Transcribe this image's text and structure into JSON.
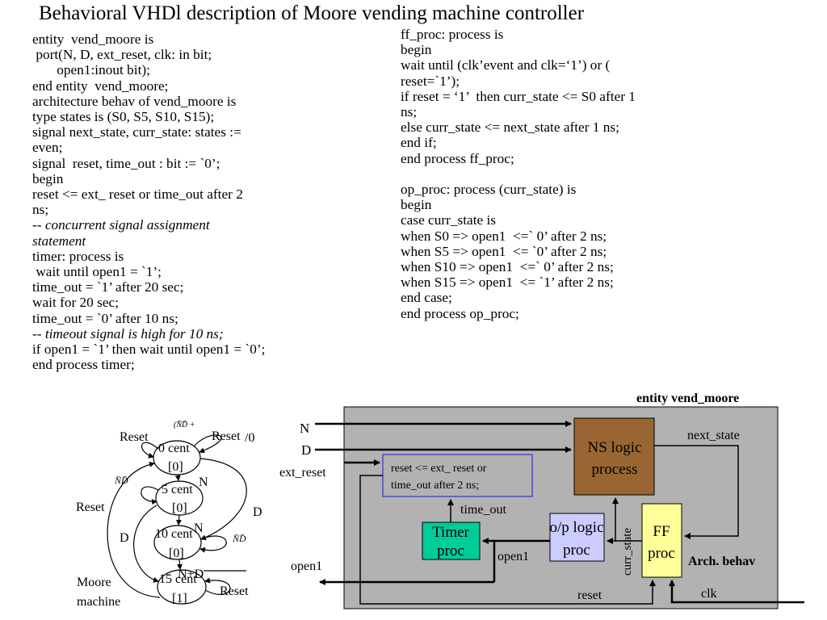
{
  "title": "Behavioral VHDl description of Moore vending machine controller",
  "code_left": [
    {
      "text": "entity  vend_moore is",
      "italic": false
    },
    {
      "text": " port(N, D, ext_reset, clk: in bit;",
      "italic": false
    },
    {
      "text": "       open1:inout bit);",
      "italic": false
    },
    {
      "text": "end entity  vend_moore;",
      "italic": false
    },
    {
      "text": "architecture behav of vend_moore is",
      "italic": false
    },
    {
      "text": "type states is (S0, S5, S10, S15);",
      "italic": false
    },
    {
      "text": "signal next_state, curr_state: states :=",
      "italic": false
    },
    {
      "text": "even;",
      "italic": false
    },
    {
      "text": "signal  reset, time_out : bit := `0’;",
      "italic": false
    },
    {
      "text": "begin",
      "italic": false
    },
    {
      "text": "reset <= ext_ reset or time_out after 2",
      "italic": false
    },
    {
      "text": "ns;",
      "italic": false
    },
    {
      "text": "-- concurrent signal assignment",
      "italic": true
    },
    {
      "text": "statement",
      "italic": true
    },
    {
      "text": "timer: process is",
      "italic": false
    },
    {
      "text": " wait until open1 = `1’;",
      "italic": false
    },
    {
      "text": "time_out = `1’ after 20 sec;",
      "italic": false
    },
    {
      "text": "wait for 20 sec;",
      "italic": false
    },
    {
      "text": "time_out = `0’ after 10 ns;",
      "italic": false
    },
    {
      "text": "-- timeout signal is high for 10 ns;",
      "italic": true
    },
    {
      "text": "if open1 = `1’ then wait until open1 = `0’;",
      "italic": false
    },
    {
      "text": "end process timer;",
      "italic": false
    }
  ],
  "code_right": [
    {
      "text": "ff_proc: process is",
      "italic": false
    },
    {
      "text": "begin",
      "italic": false
    },
    {
      "text": "wait until (clk’event and clk=‘1’) or (",
      "italic": false
    },
    {
      "text": "reset=`1’);",
      "italic": false
    },
    {
      "text": "if reset = ‘1’  then curr_state <= S0 after 1",
      "italic": false
    },
    {
      "text": "ns;",
      "italic": false
    },
    {
      "text": "else curr_state <= next_state after 1 ns;",
      "italic": false
    },
    {
      "text": "end if;",
      "italic": false
    },
    {
      "text": "end process ff_proc;",
      "italic": false
    },
    {
      "text": "",
      "italic": false
    },
    {
      "text": "op_proc: process (curr_state) is",
      "italic": false
    },
    {
      "text": "begin",
      "italic": false
    },
    {
      "text": "case curr_state is",
      "italic": false
    },
    {
      "text": "when S0 => open1  <=` 0’ after 2 ns;",
      "italic": false
    },
    {
      "text": "when S5 => open1  <= `0’ after 2 ns;",
      "italic": false
    },
    {
      "text": "when S10 => open1  <=` 0’ after 2 ns;",
      "italic": false
    },
    {
      "text": "when S15 => open1  <= `1’ after 2 ns;",
      "italic": false
    },
    {
      "text": "end case;",
      "italic": false
    },
    {
      "text": "end process op_proc;",
      "italic": false
    }
  ],
  "fsm": {
    "states": [
      {
        "name": "0 cent",
        "output": "[0]"
      },
      {
        "name": "5 cent",
        "output": "[0]"
      },
      {
        "name": "10 cent",
        "output": "[0]"
      },
      {
        "name": "15 cent",
        "output": "[1]"
      }
    ],
    "labels": {
      "reset_top_left": "Reset",
      "reset_top_right": "Reset",
      "slash_zero": "/0",
      "nd_bar_top": "(N̄D̄ +",
      "nd_bar_s5": "N̄D̄",
      "nd_bar_s10": "N̄D̄",
      "n_s0_s5": "N",
      "n_s5_s10": "N",
      "nd_s10_s15": "N+D",
      "d_right": "D",
      "d_left": "D",
      "reset_left": "Reset",
      "reset_s15": "Reset",
      "caption_line1": "Moore",
      "caption_line2": "machine"
    }
  },
  "block": {
    "entity_label": "entity vend_moore",
    "arch_label": "Arch. behav",
    "ns_logic": [
      "NS logic",
      "process"
    ],
    "reset_eq": [
      "reset <= ext_ reset or",
      "time_out after 2 ns;"
    ],
    "timer": [
      "Timer",
      "proc"
    ],
    "op_logic": [
      "o/p logic",
      "proc"
    ],
    "ff": [
      "FF",
      "proc"
    ],
    "sig_n": "N",
    "sig_d": "D",
    "sig_ext_reset": "ext_reset",
    "sig_open1_out": "open1",
    "sig_next_state": "next_state",
    "sig_time_out": "time_out",
    "sig_curr_state": "curr_state",
    "sig_open1_inner": "open1",
    "sig_reset": "reset",
    "sig_clk": "clk"
  },
  "colors": {
    "block_bg": "#b2b2b2",
    "ns_logic": "#996633",
    "timer": "#00cc99",
    "op_logic": "#ccccff",
    "ff": "#ffff99",
    "reset_box_border": "#3333cc"
  }
}
